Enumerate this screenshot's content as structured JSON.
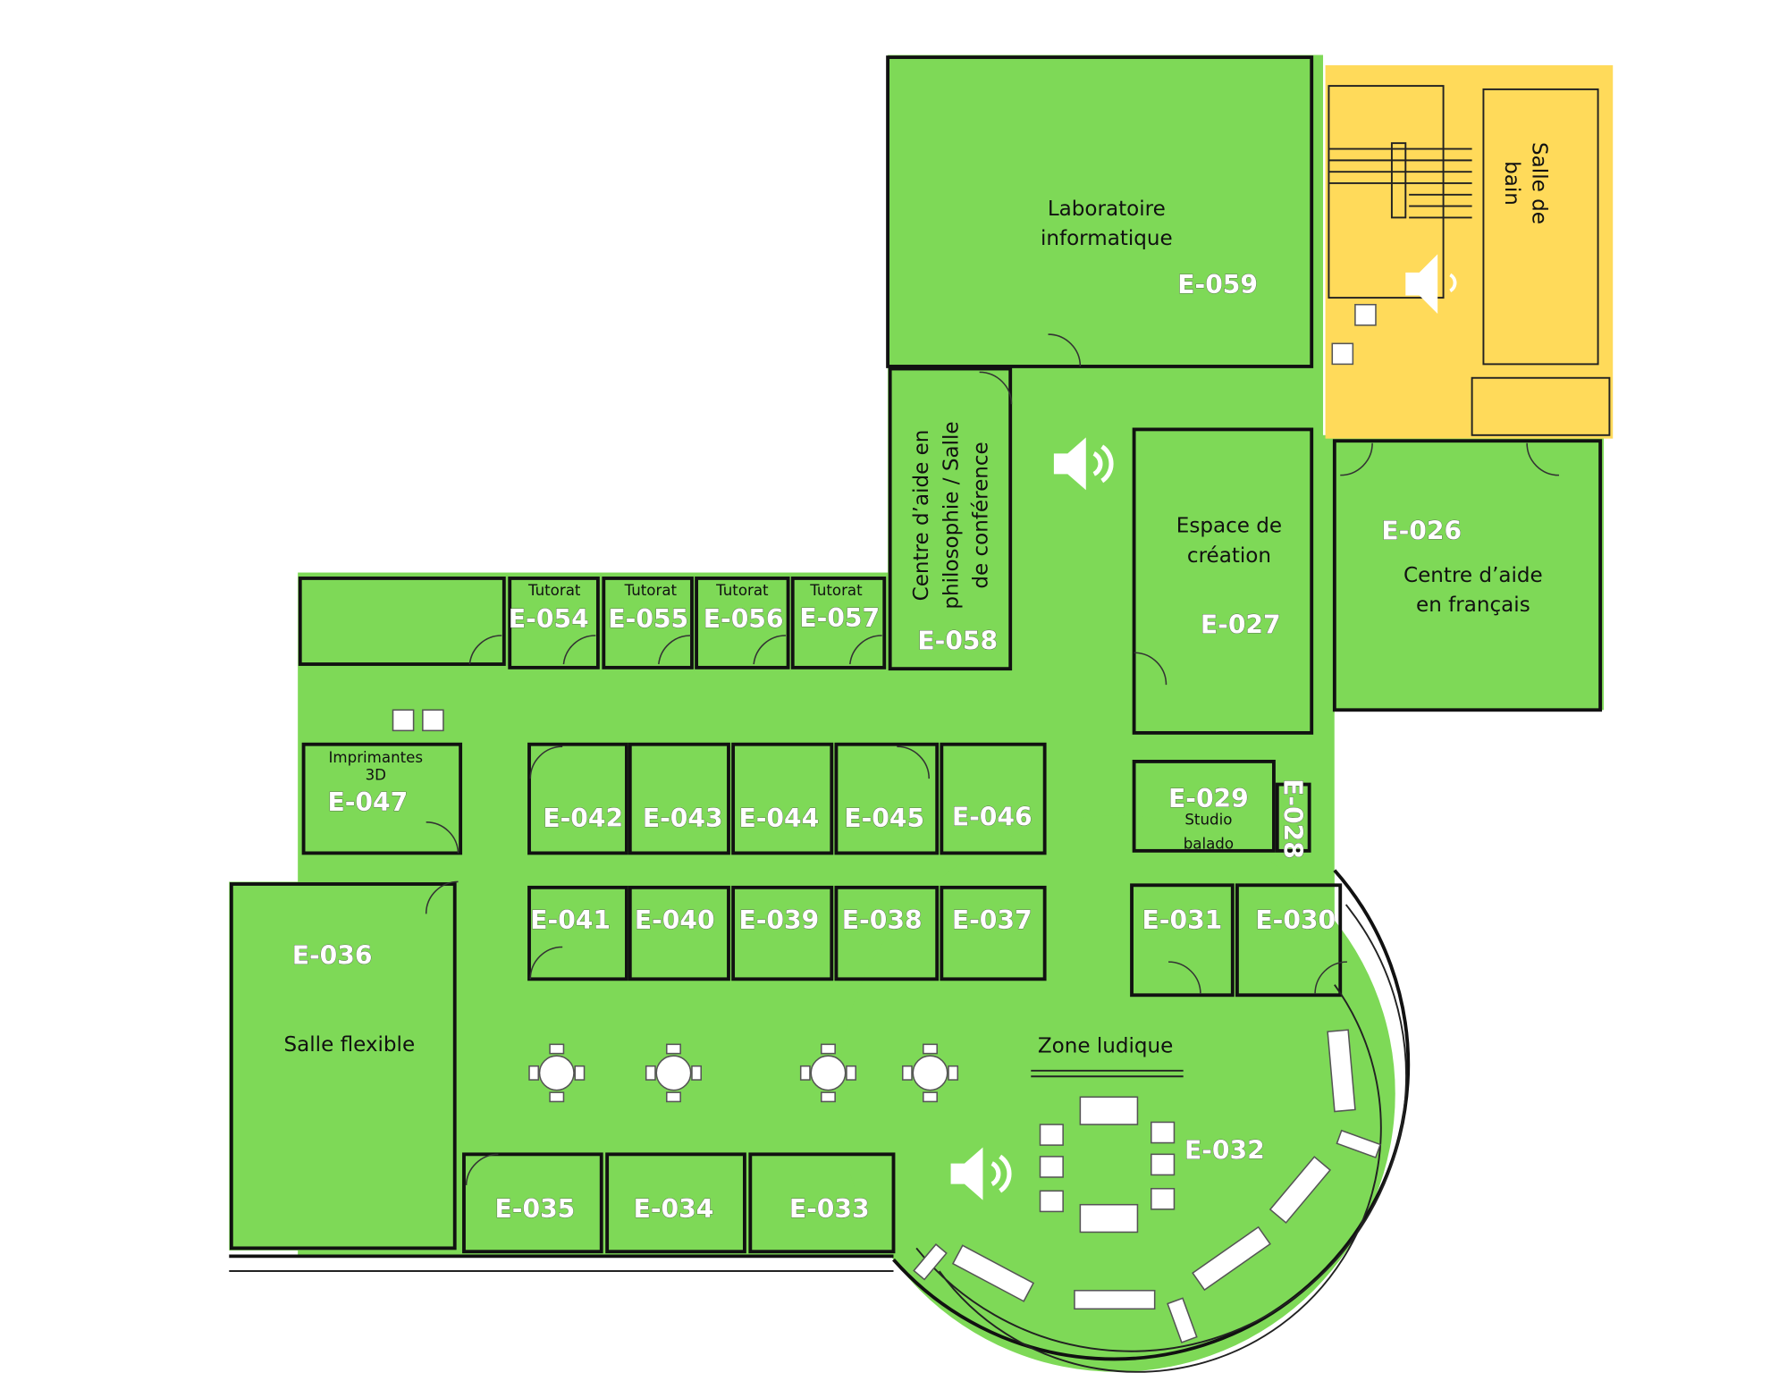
{
  "colors": {
    "room": "#7ED957",
    "restricted": "#FFDA5A",
    "wall": "#111111"
  },
  "rooms": {
    "e059": {
      "id": "E-059",
      "name_line1": "Laboratoire",
      "name_line2": "informatique"
    },
    "e058": {
      "id": "E-058",
      "name_line1": "Centre d’aide en",
      "name_line2": "philosophie / Salle",
      "name_line3": "de conférence"
    },
    "e057": {
      "id": "E-057",
      "type": "Tutorat"
    },
    "e056": {
      "id": "E-056",
      "type": "Tutorat"
    },
    "e055": {
      "id": "E-055",
      "type": "Tutorat"
    },
    "e054": {
      "id": "E-054",
      "type": "Tutorat"
    },
    "e047": {
      "id": "E-047",
      "name_line1": "Imprimantes",
      "name_line2": "3D"
    },
    "e042": {
      "id": "E-042"
    },
    "e043": {
      "id": "E-043"
    },
    "e044": {
      "id": "E-044"
    },
    "e045": {
      "id": "E-045"
    },
    "e046": {
      "id": "E-046"
    },
    "e041": {
      "id": "E-041"
    },
    "e040": {
      "id": "E-040"
    },
    "e039": {
      "id": "E-039"
    },
    "e038": {
      "id": "E-038"
    },
    "e037": {
      "id": "E-037"
    },
    "e036": {
      "id": "E-036",
      "name": "Salle flexible"
    },
    "e035": {
      "id": "E-035"
    },
    "e034": {
      "id": "E-034"
    },
    "e033": {
      "id": "E-033"
    },
    "e032": {
      "id": "E-032",
      "name": "Zone ludique"
    },
    "e031": {
      "id": "E-031"
    },
    "e030": {
      "id": "E-030"
    },
    "e029": {
      "id": "E-029",
      "name_line1": "Studio",
      "name_line2": "balado"
    },
    "e028": {
      "id": "E-028"
    },
    "e027": {
      "id": "E-027",
      "name_line1": "Espace de",
      "name_line2": "création"
    },
    "e026": {
      "id": "E-026",
      "name_line1": "Centre d’aide",
      "name_line2": "en français"
    },
    "bath": {
      "name_line1": "Salle de",
      "name_line2": "bain"
    }
  },
  "icons": [
    "speaker-icon",
    "speaker-icon",
    "speaker-icon",
    "speaker-icon",
    "round-table-icon",
    "armchair-icon",
    "sofa-icon",
    "bench-icon"
  ]
}
